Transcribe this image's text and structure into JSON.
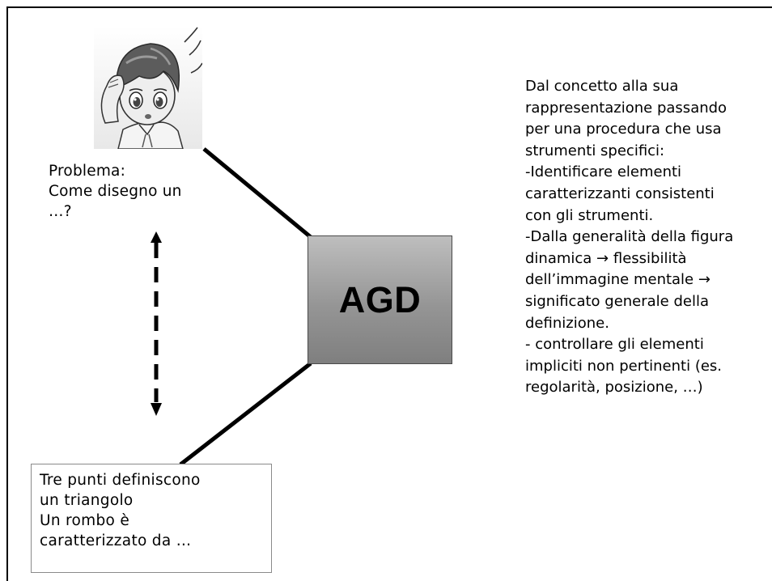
{
  "problem": {
    "text": "Problema:\nCome disegno un\n…?"
  },
  "center": {
    "label": "AGD"
  },
  "definition": {
    "text": "Tre punti definiscono\nun triangolo\nUn rombo è\ncaratterizzato da …"
  },
  "description": {
    "text": "Dal concetto alla sua\nrappresentazione passando\nper una procedura che usa\nstrumenti specifici:\n-Identificare elementi\ncaratterizzanti consistenti\ncon gli strumenti.\n-Dalla generalità della figura\ndinamica → flessibilità\ndell’immagine mentale →\nsignificato generale della\ndefinizione.\n- controllare gli elementi\nimpliciti non pertinenti (es.\nregolarità, posizione, …)"
  },
  "colors": {
    "box_top": "#bebebe",
    "box_bottom": "#7f7f7f",
    "line": "#000000"
  },
  "icons": {
    "illustration": "thinking-child-icon",
    "connector": "double-headed-dashed-arrow-icon"
  }
}
